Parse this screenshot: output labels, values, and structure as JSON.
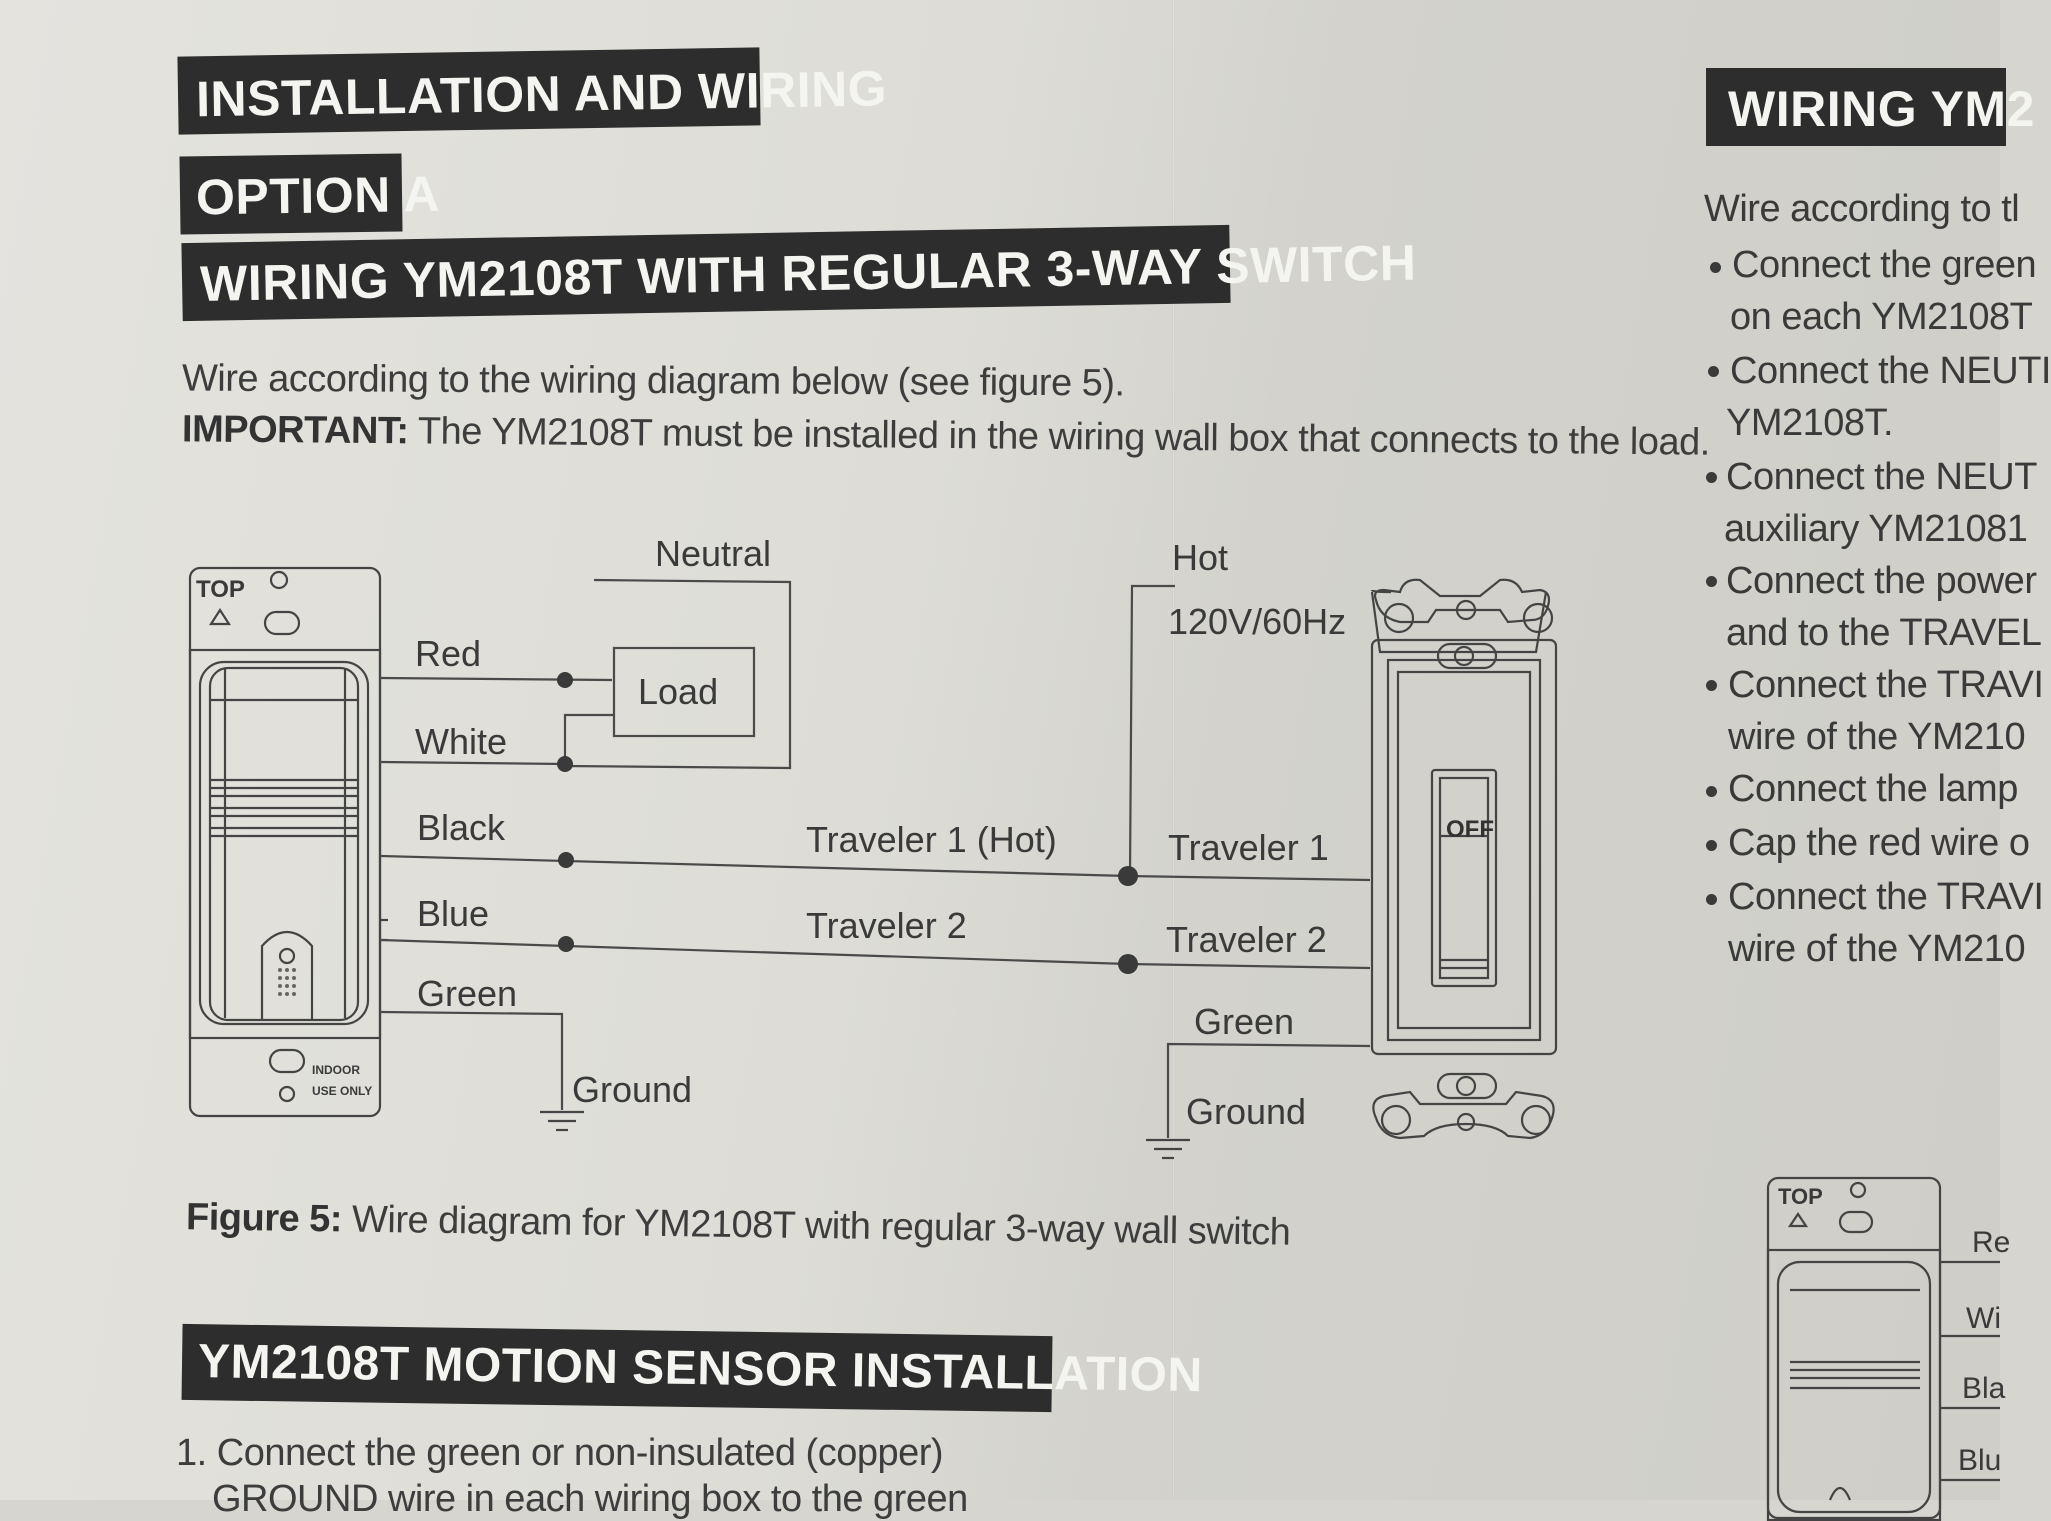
{
  "headings": {
    "installation": "INSTALLATION AND WIRING",
    "option": "OPTION A",
    "wiring_title": "WIRING YM2108T WITH REGULAR 3-WAY SWITCH",
    "right_title": "WIRING YM2",
    "sensor_install": "YM2108T MOTION SENSOR INSTALLATION"
  },
  "intro": {
    "line1": "Wire according to the wiring diagram below (see figure 5).",
    "important_label": "IMPORTANT:",
    "important_text": " The YM2108T must be installed in the wiring wall box that connects to the load."
  },
  "diagram": {
    "sensor": {
      "top_label": "TOP",
      "indoor_line1": "INDOOR",
      "indoor_line2": "USE ONLY"
    },
    "wire_labels": {
      "neutral": "Neutral",
      "load": "Load",
      "red": "Red",
      "white": "White",
      "black": "Black",
      "blue": "Blue",
      "green_left": "Green",
      "ground_left": "Ground",
      "traveler1_hot": "Traveler 1 (Hot)",
      "traveler2_mid": "Traveler 2",
      "hot": "Hot",
      "voltage": "120V/60Hz",
      "traveler1_right": "Traveler 1",
      "traveler2_right": "Traveler 2",
      "green_right": "Green",
      "ground_right": "Ground"
    },
    "switch_state": "OFF"
  },
  "figure_caption": {
    "label": "Figure 5:",
    "text": " Wire diagram for YM2108T with regular 3-way wall switch"
  },
  "steps": {
    "step1": "1. Connect the green or non-insulated (copper)",
    "step1_cont": "GROUND wire in each wiring box to the green"
  },
  "right_column": {
    "intro": "Wire according to tl",
    "bullets": [
      "Connect the green",
      "on each YM2108T",
      "Connect the NEUTI",
      "YM2108T.",
      "Connect the NEUT",
      "auxiliary YM21081",
      "Connect the power",
      "and to the TRAVEL",
      "Connect the TRAVI",
      "wire of the YM210",
      "Connect the lamp",
      "Cap the red wire o",
      "Connect the TRAVI",
      "wire of the YM210"
    ],
    "mini_diagram": {
      "top_label": "TOP",
      "labels": [
        "Re",
        "Wi",
        "Bla",
        "Blu"
      ]
    }
  }
}
